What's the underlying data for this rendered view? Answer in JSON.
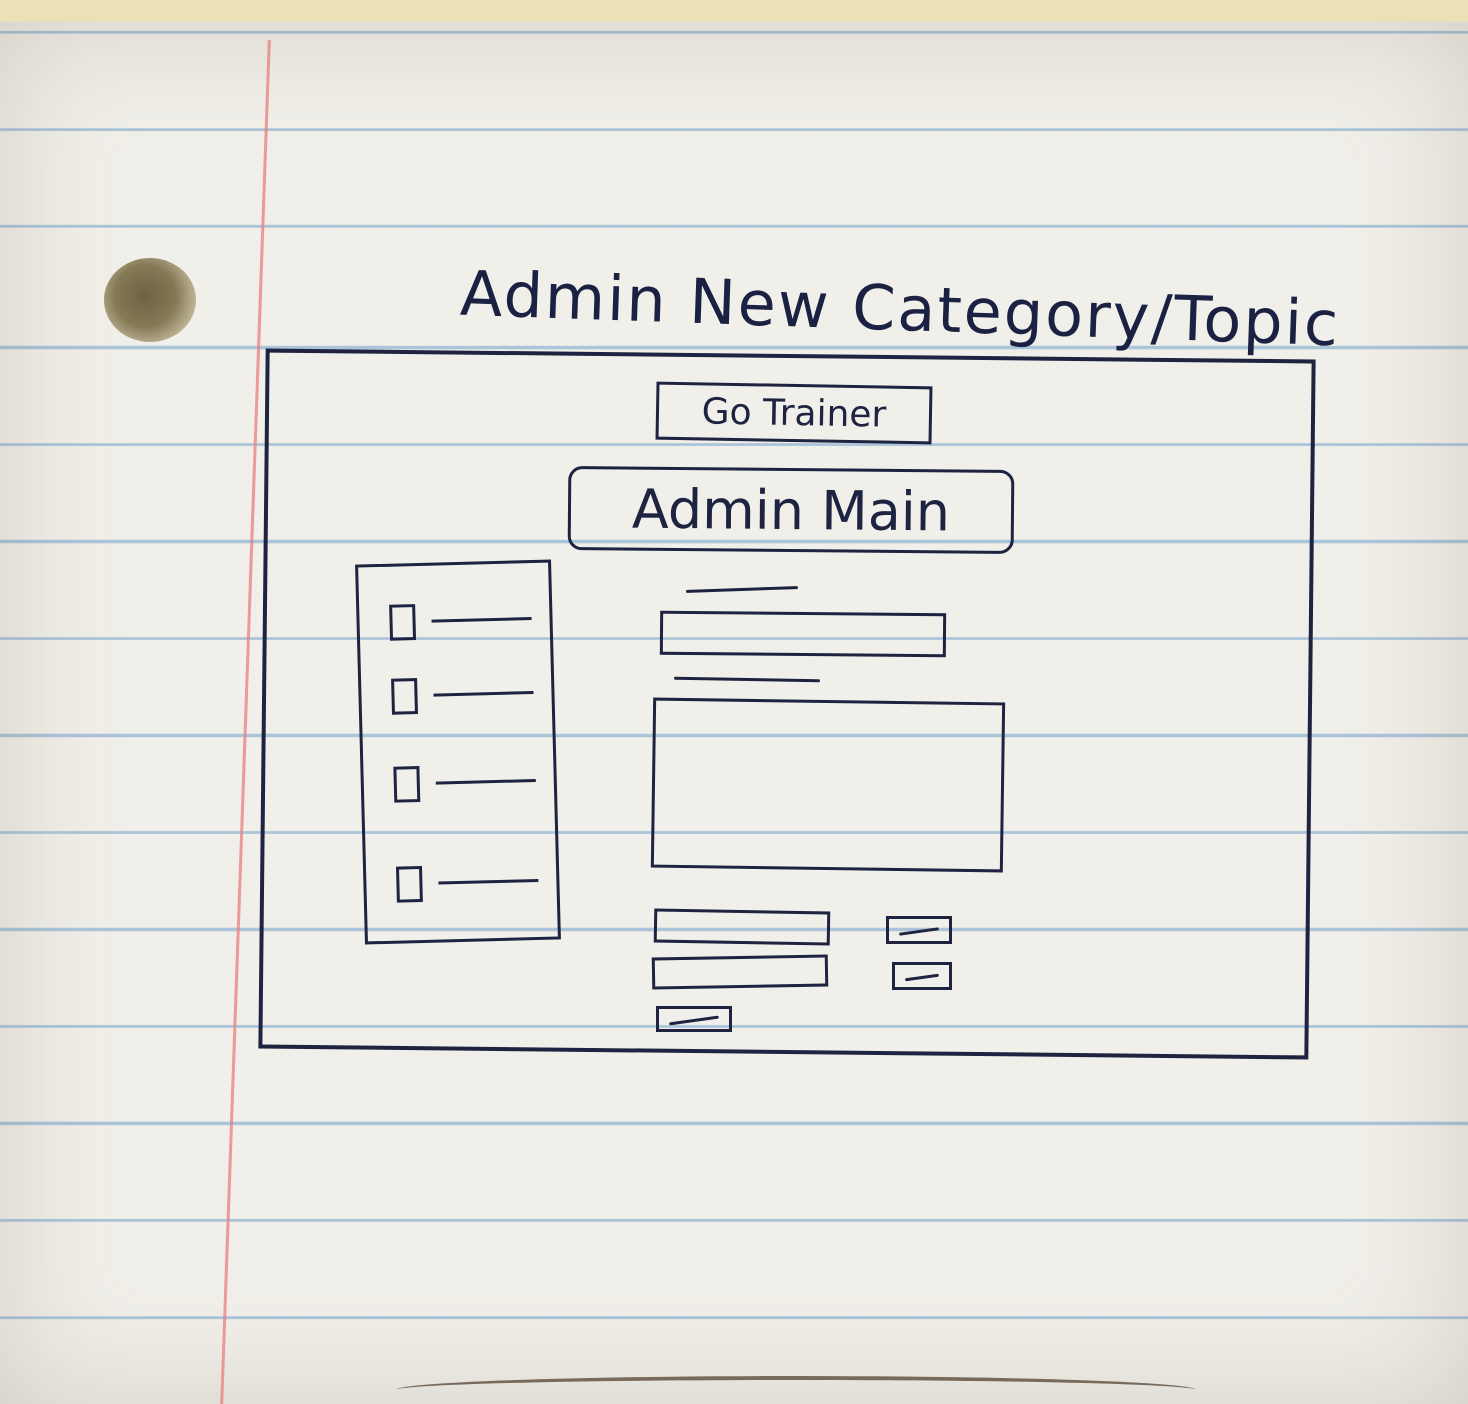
{
  "page": {
    "title": "Admin New Category/Topic"
  },
  "header": {
    "trainer_button_label": "Go Trainer",
    "admin_main_button_label": "Admin Main"
  },
  "sidebar": {
    "items": [
      {
        "icon": "square-icon"
      },
      {
        "icon": "square-icon"
      },
      {
        "icon": "square-icon"
      },
      {
        "icon": "square-icon"
      }
    ]
  },
  "colors": {
    "ink": "#1d2340",
    "paper": "#f1efe9",
    "rule_line": "#70a0cd",
    "margin_line": "#e87e7e"
  }
}
